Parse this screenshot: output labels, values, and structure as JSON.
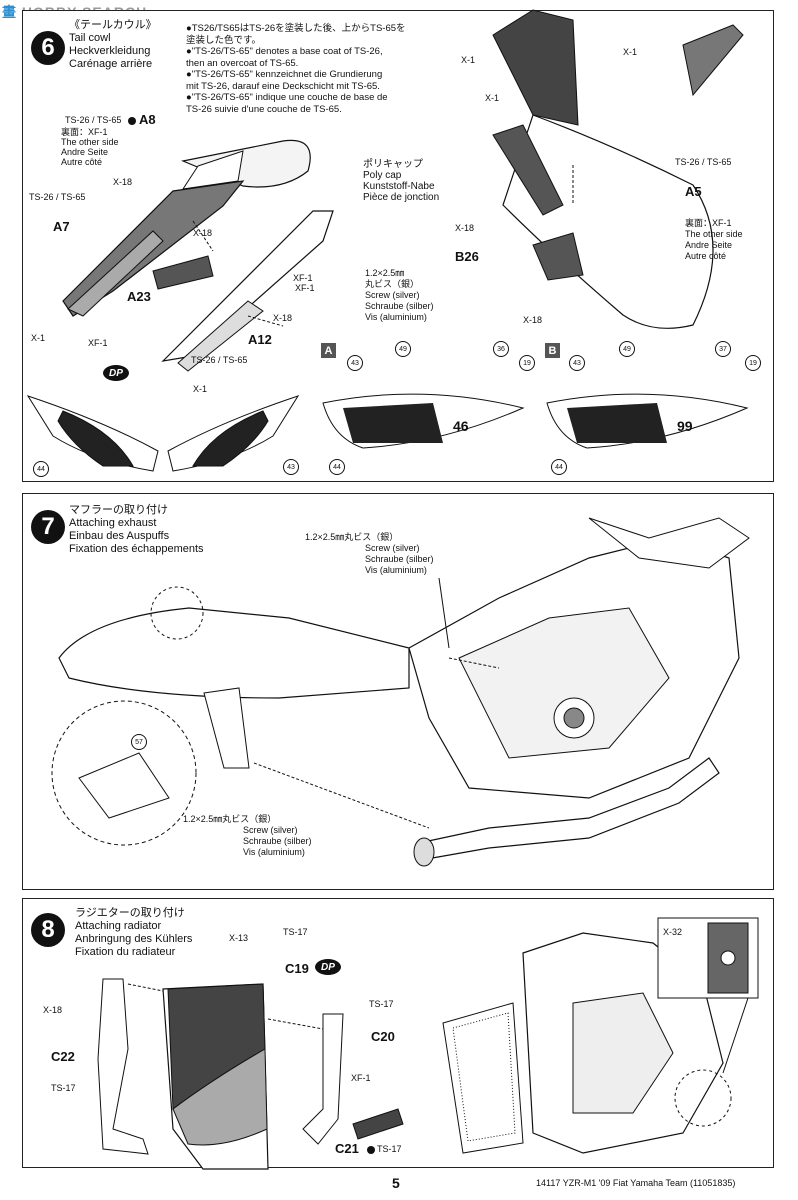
{
  "watermark": {
    "cn": "畫",
    "en": "HOBBY SEARCH"
  },
  "step6": {
    "number": "6",
    "title_jp": "《テールカウル》",
    "title_en": "Tail cowl",
    "title_de": "Heckverkleidung",
    "title_fr": "Carénage arrière",
    "notes": [
      "●TS26/TS65はTS-26を塗装した後、上からTS-65を",
      "塗装した色です。",
      "●\"TS-26/TS-65\" denotes a base coat of TS-26,",
      "then an overcoat of TS-65.",
      "●\"TS-26/TS-65\" kennzeichnet die Grundierung",
      "mit TS-26, darauf eine Deckschicht mit TS-65.",
      "●\"TS-26/TS-65\" indique une couche de base de",
      "TS-26 suivie d'une couche de TS-65."
    ],
    "a8": "A8",
    "a8_paint": "TS-26 / TS-65",
    "a8_other": [
      "裏面：XF-1",
      "The other side",
      "Andre Seite",
      "Autre côté"
    ],
    "a7": "A7",
    "a7_paint": "TS-26 / TS-65",
    "a23": "A23",
    "a12": "A12",
    "x18": "X-18",
    "x1": "X-1",
    "xf1": "XF-1",
    "ts_paint": "TS-26 / TS-65",
    "dp": "DP",
    "polycap": [
      "ポリキャップ",
      "Poly cap",
      "Kunststoff-Nabe",
      "Pièce de jonction"
    ],
    "a5": "A5",
    "a5_paint": "TS-26 / TS-65",
    "a5_other": [
      "裏面：XF-1",
      "The other side",
      "Andre Seite",
      "Autre côté"
    ],
    "b26": "B26",
    "screw": [
      "1.2×2.5㎜",
      "丸ビス（銀）",
      "Screw (silver)",
      "Schraube (silber)",
      "Vis (aluminium)"
    ],
    "var_a": "A",
    "var_b": "B",
    "decals_a": [
      "43",
      "49",
      "36",
      "19",
      "44"
    ],
    "decals_b": [
      "43",
      "49",
      "37",
      "19",
      "44"
    ],
    "decals_side": [
      "44",
      "43"
    ]
  },
  "step7": {
    "number": "7",
    "title_jp": "マフラーの取り付け",
    "title_en": "Attaching exhaust",
    "title_de": "Einbau des Auspuffs",
    "title_fr": "Fixation des échappements",
    "screw_top": [
      "1.2×2.5㎜丸ビス（銀）",
      "Screw (silver)",
      "Schraube (silber)",
      "Vis (aluminium)"
    ],
    "screw_bottom": [
      "1.2×2.5㎜丸ビス（銀）",
      "Screw (silver)",
      "Schraube (silber)",
      "Vis (aluminium)"
    ],
    "decal": "57"
  },
  "step8": {
    "number": "8",
    "title_jp": "ラジエターの取り付け",
    "title_en": "Attaching radiator",
    "title_de": "Anbringung des Kühlers",
    "title_fr": "Fixation du radiateur",
    "x13": "X-13",
    "ts17": "TS-17",
    "c19": "C19",
    "dp": "DP",
    "c20": "C20",
    "c22": "C22",
    "c21": "C21",
    "x18": "X-18",
    "xf1": "XF-1",
    "x32": "X-32"
  },
  "footer": {
    "page": "5",
    "code": "14117  YZR-M1 '09 Fiat Yamaha Team (11051835)"
  }
}
